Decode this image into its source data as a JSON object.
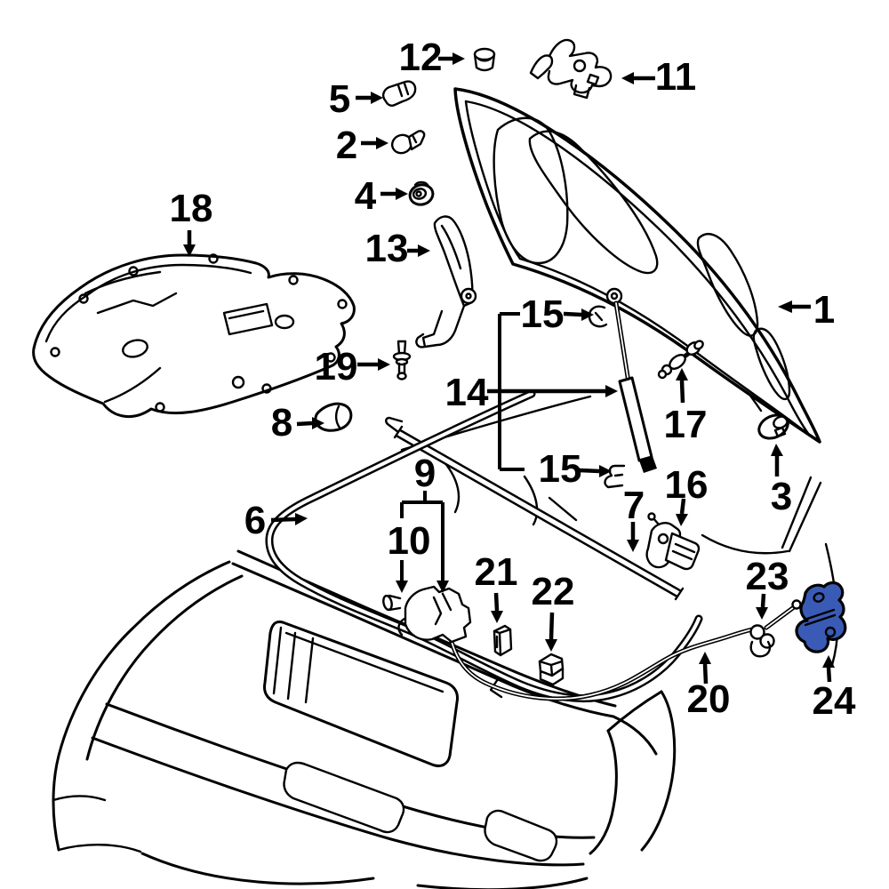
{
  "diagram": {
    "kind": "exploded-parts-diagram",
    "background_color": "#ffffff",
    "line_color": "#000000",
    "highlight_color": "#3a5bb5",
    "highlighted_callout": "24",
    "callouts": {
      "c1": {
        "label": "1"
      },
      "c2": {
        "label": "2"
      },
      "c3": {
        "label": "3"
      },
      "c4": {
        "label": "4"
      },
      "c5": {
        "label": "5"
      },
      "c6": {
        "label": "6"
      },
      "c7": {
        "label": "7"
      },
      "c8": {
        "label": "8"
      },
      "c9": {
        "label": "9"
      },
      "c10": {
        "label": "10"
      },
      "c11": {
        "label": "11"
      },
      "c12": {
        "label": "12"
      },
      "c13": {
        "label": "13"
      },
      "c14": {
        "label": "14"
      },
      "c15a": {
        "label": "15"
      },
      "c15b": {
        "label": "15"
      },
      "c16": {
        "label": "16"
      },
      "c17": {
        "label": "17"
      },
      "c18": {
        "label": "18"
      },
      "c19": {
        "label": "19"
      },
      "c20": {
        "label": "20"
      },
      "c21": {
        "label": "21"
      },
      "c22": {
        "label": "22"
      },
      "c23": {
        "label": "23"
      },
      "c24": {
        "label": "24"
      }
    }
  }
}
